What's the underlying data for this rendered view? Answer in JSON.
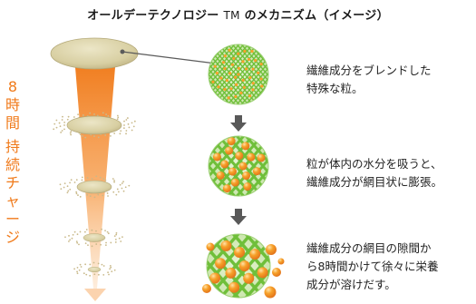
{
  "header": {
    "title_main": "オールデーテクノロジー",
    "title_tm": "TM",
    "title_rest": "のメカニズム（イメージ）"
  },
  "side_label": {
    "chars": [
      "8",
      "時",
      "間",
      "持",
      "続",
      "チ",
      "ャ",
      "ー",
      "ジ"
    ]
  },
  "steps": [
    {
      "lines": [
        "繊維成分をブレンドした",
        "特殊な粒。"
      ]
    },
    {
      "lines": [
        "粒が体内の水分を吸うと、",
        "繊維成分が網目状に膨張。"
      ]
    },
    {
      "lines": [
        "繊維成分の網目の隙間か",
        "ら8時間かけて徐々に栄養",
        "成分が溶けだす。"
      ]
    }
  ],
  "colors": {
    "accent": "#f07a1a",
    "pill": "#d9d0a6",
    "fiber_green": "#6fbf3a",
    "nutrient_orange": "#f39a1e",
    "arrow_gray": "#595959"
  }
}
